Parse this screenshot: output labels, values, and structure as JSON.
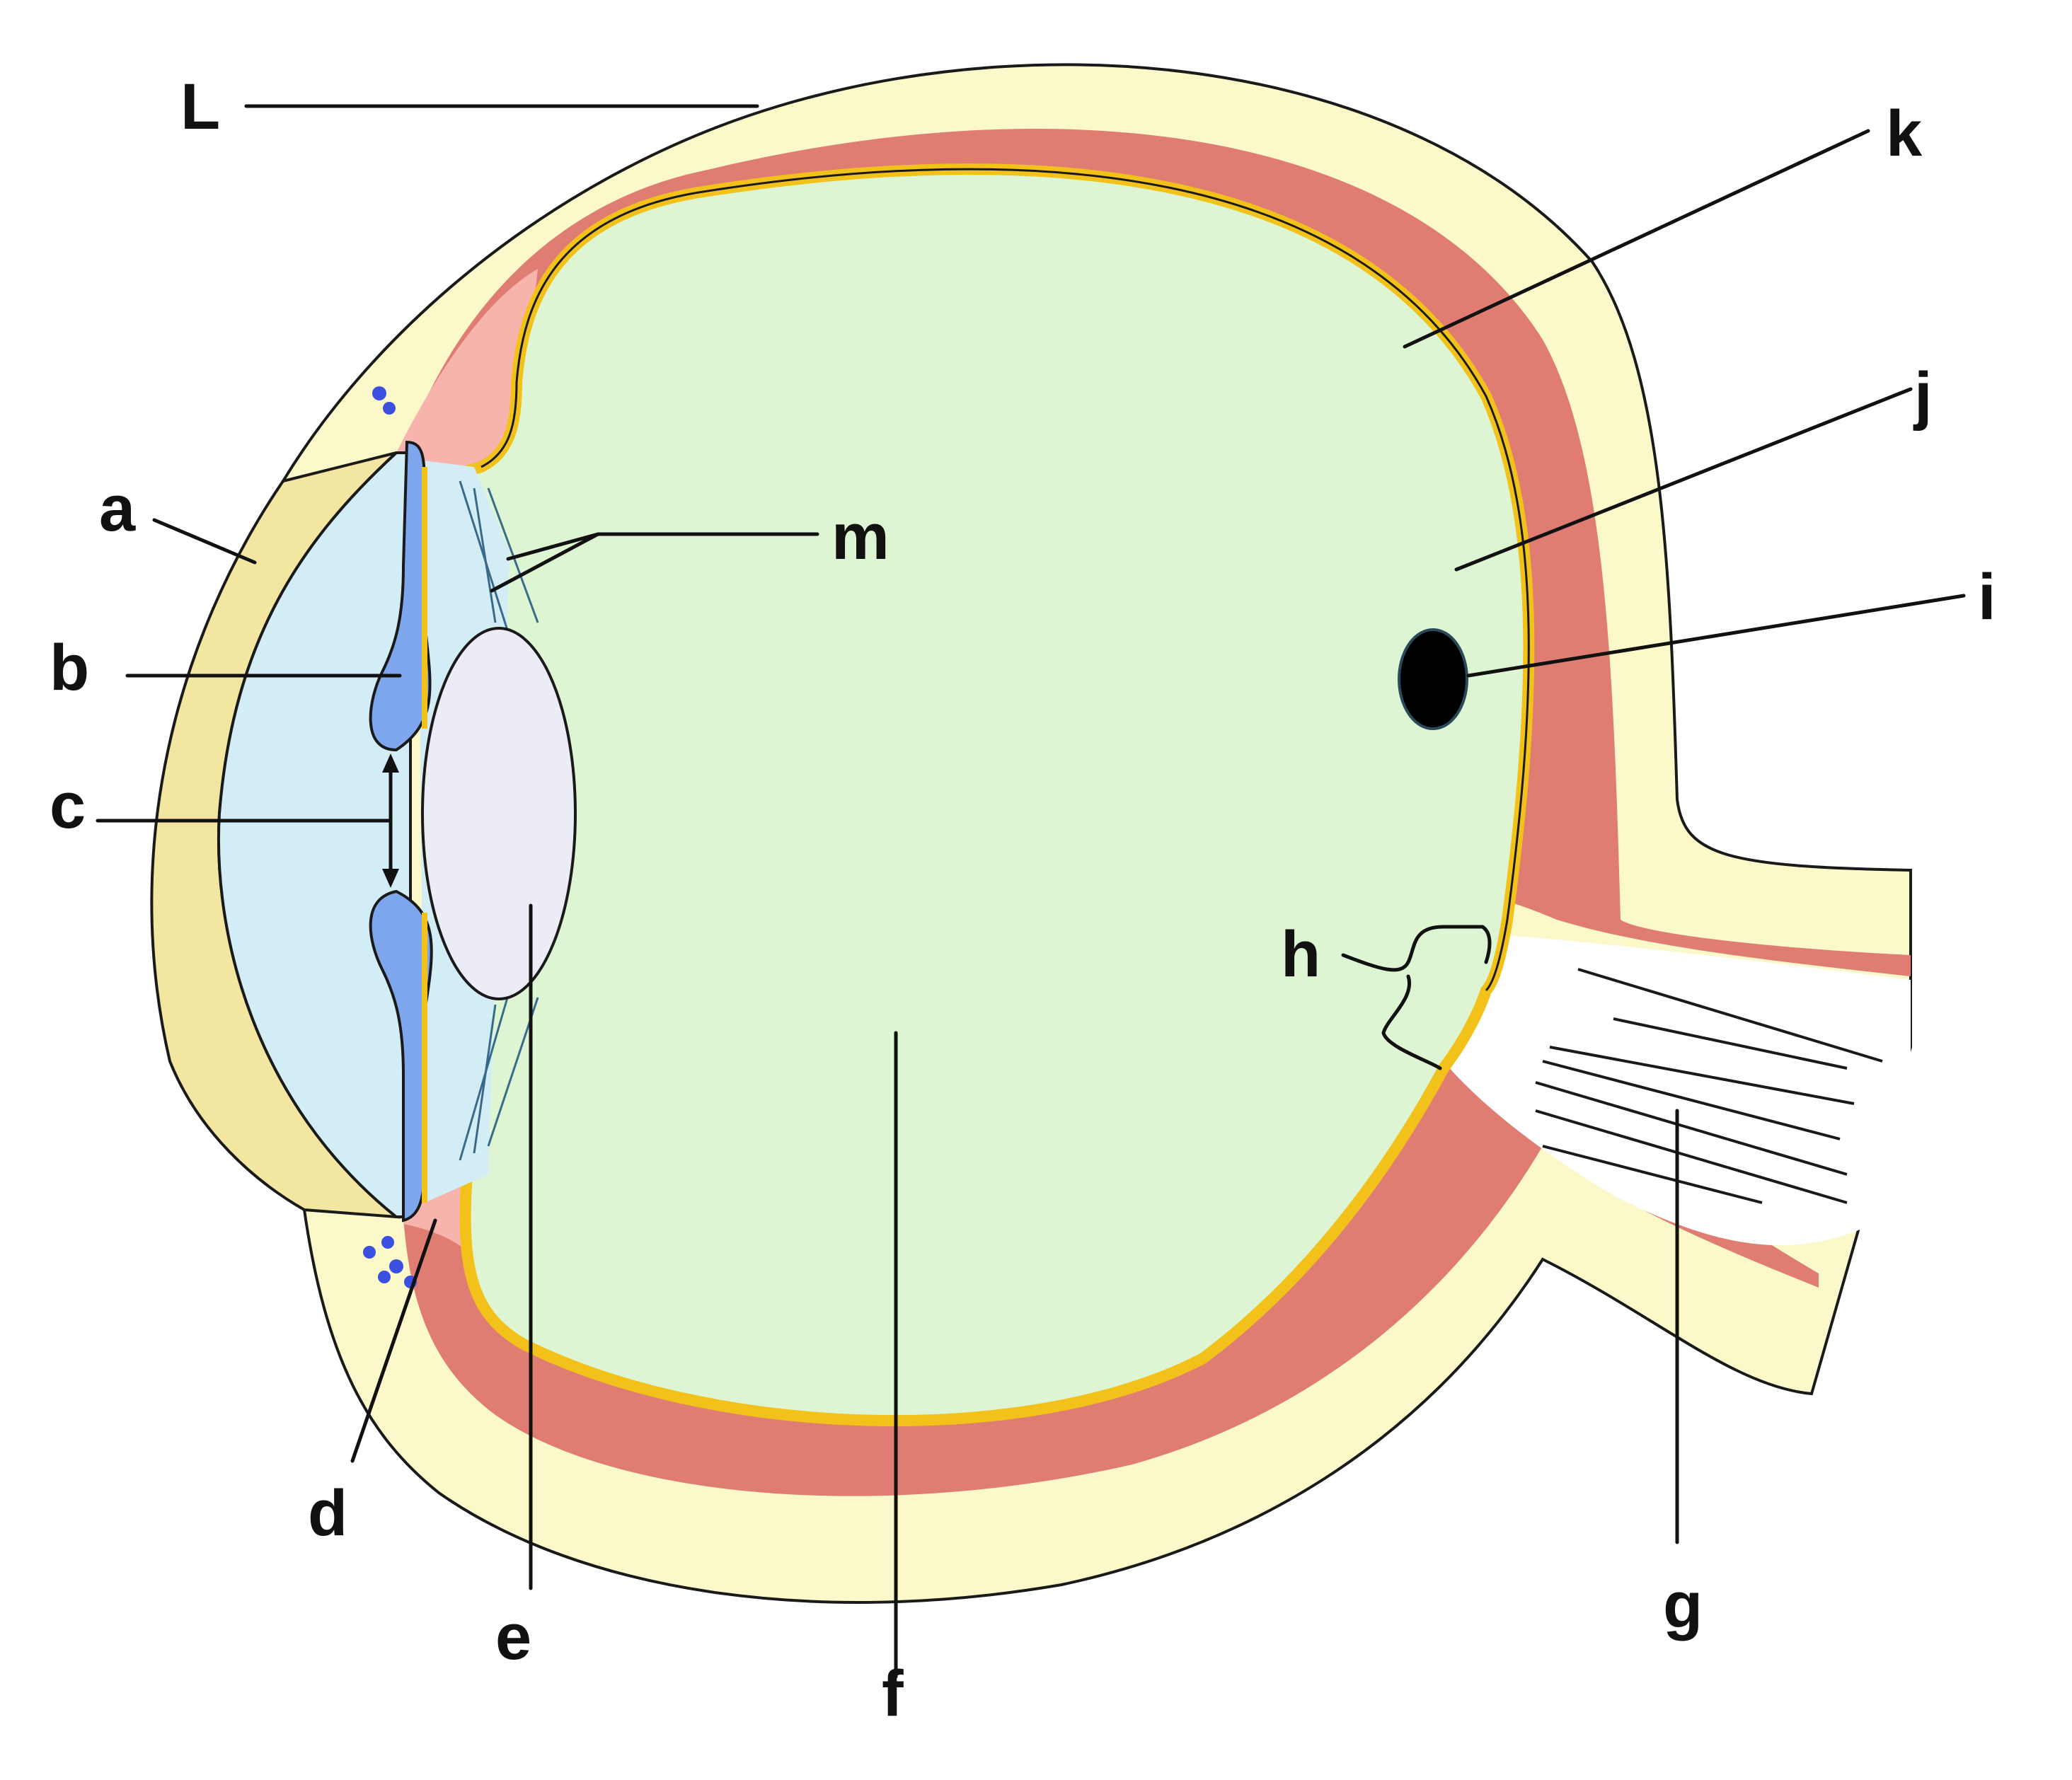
{
  "colors": {
    "sclera": "#fbf8c9",
    "cornea": "#f2e6a0",
    "choroid": "#e07d73",
    "ciliary": "#f7b4ad",
    "retina": "#f2c21a",
    "vitreous": "#def5d3",
    "aqueous": "#d3edf6",
    "iris": "#7ea6ec",
    "iris_dark": "#5c84d8",
    "lens": "#ececf6",
    "blind_spot": "#000000",
    "optic_nerve": "#ffffff",
    "canal_dots": "#3b4fe0",
    "outline": "#1a1a1a"
  },
  "labels": {
    "L": "L",
    "a": "a",
    "b": "b",
    "c": "c",
    "d": "d",
    "e": "e",
    "f": "f",
    "g": "g",
    "h": "h",
    "i": "i",
    "j": "j",
    "k": "k",
    "m": "m"
  }
}
